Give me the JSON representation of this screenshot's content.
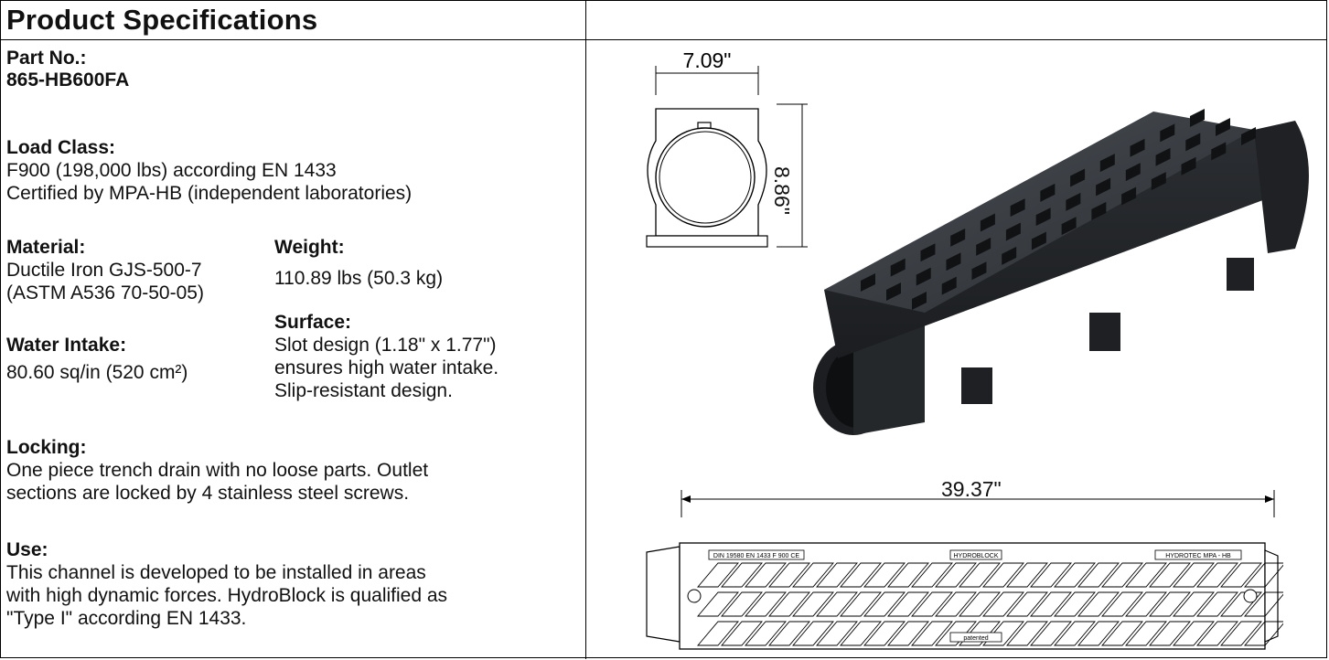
{
  "header": {
    "title": "Product Specifications"
  },
  "specs": {
    "part_no_label": "Part No.:",
    "part_no_value": "865-HB600FA",
    "load_class_label": "Load Class:",
    "load_class_line1": "F900 (198,000 lbs) according EN 1433",
    "load_class_line2": "Certified by MPA-HB (independent laboratories)",
    "material_label": "Material:",
    "material_line1": "Ductile Iron GJS-500-7",
    "material_line2": "(ASTM A536 70-50-05)",
    "weight_label": "Weight:",
    "weight_value": "110.89 lbs (50.3 kg)",
    "surface_label": "Surface:",
    "surface_line1": "Slot design (1.18\" x 1.77\")",
    "surface_line2": "ensures high water intake.",
    "surface_line3": "Slip-resistant design.",
    "water_intake_label": "Water Intake:",
    "water_intake_value": "80.60 sq/in (520 cm²)",
    "locking_label": "Locking:",
    "locking_line1": "One piece trench drain with no loose parts. Outlet",
    "locking_line2": "sections are locked by 4 stainless steel screws.",
    "use_label": "Use:",
    "use_line1": "This channel is developed to be installed in areas",
    "use_line2": "with high dynamic forces. HydroBlock is qualified as",
    "use_line3": "\"Type I\" according EN 1433."
  },
  "drawings": {
    "width_dim": "7.09\"",
    "height_dim": "8.86\"",
    "length_dim": "39.37\"",
    "top_view_mark_left": "DIN 19580 EN 1433 F 900 CE",
    "top_view_mark_center": "HYDROBLOCK",
    "top_view_mark_right": "HYDROTEC MPA - HB",
    "top_view_mark_bottom": "patented"
  }
}
